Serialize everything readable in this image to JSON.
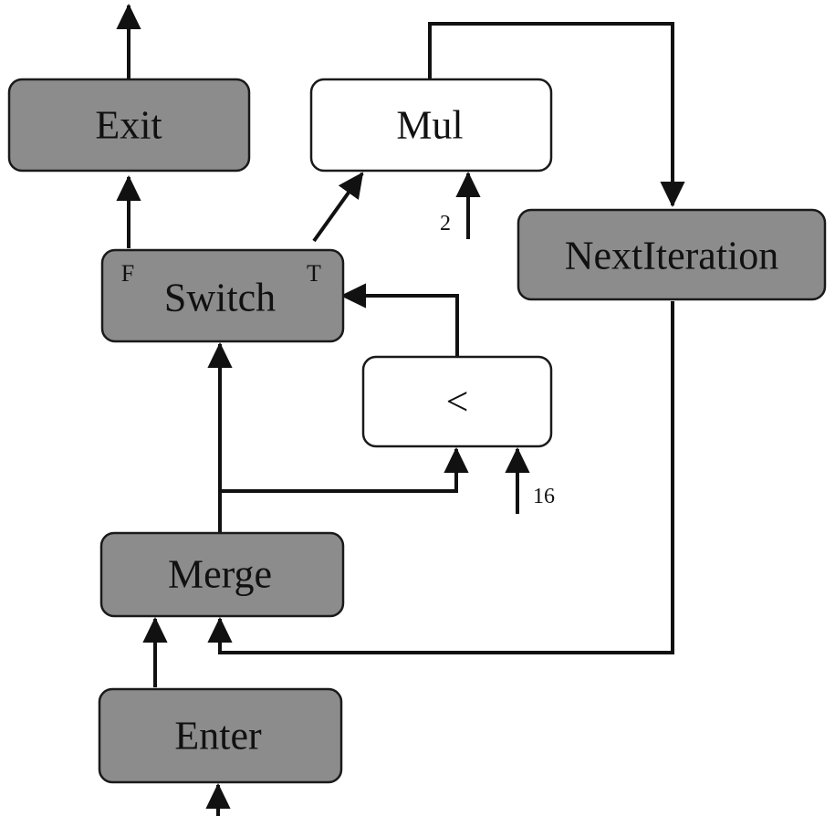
{
  "nodes": {
    "exit": "Exit",
    "mul": "Mul",
    "next_iteration": "NextIteration",
    "switch": "Switch",
    "switch_false_port": "F",
    "switch_true_port": "T",
    "less_than": "<",
    "merge": "Merge",
    "enter": "Enter"
  },
  "constants": {
    "mul_operand": "2",
    "compare_operand": "16"
  },
  "colors": {
    "control_node_fill": "#8c8c8c",
    "compute_node_fill": "#ffffff",
    "edge": "#111111"
  }
}
